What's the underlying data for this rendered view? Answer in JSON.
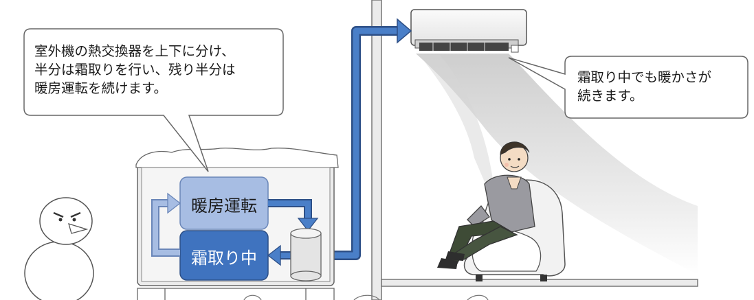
{
  "callouts": {
    "outdoor_note_line1": "室外機の熱交換器を上下に分け、",
    "outdoor_note_line2": "半分は霜取りを行い、残り半分は",
    "outdoor_note_line3": "暖房運転を続けます。",
    "indoor_note_line1": "霜取り中でも暖かさが",
    "indoor_note_line2": "続きます。"
  },
  "unit_boxes": {
    "heating_label": "暖房運転",
    "defrost_label": "霜取り中"
  },
  "colors": {
    "pipe_blue": "#3f73bf",
    "heating_box": "#a7bde3",
    "defrost_box": "#3f73bf",
    "wall": "#e6e6e6"
  }
}
